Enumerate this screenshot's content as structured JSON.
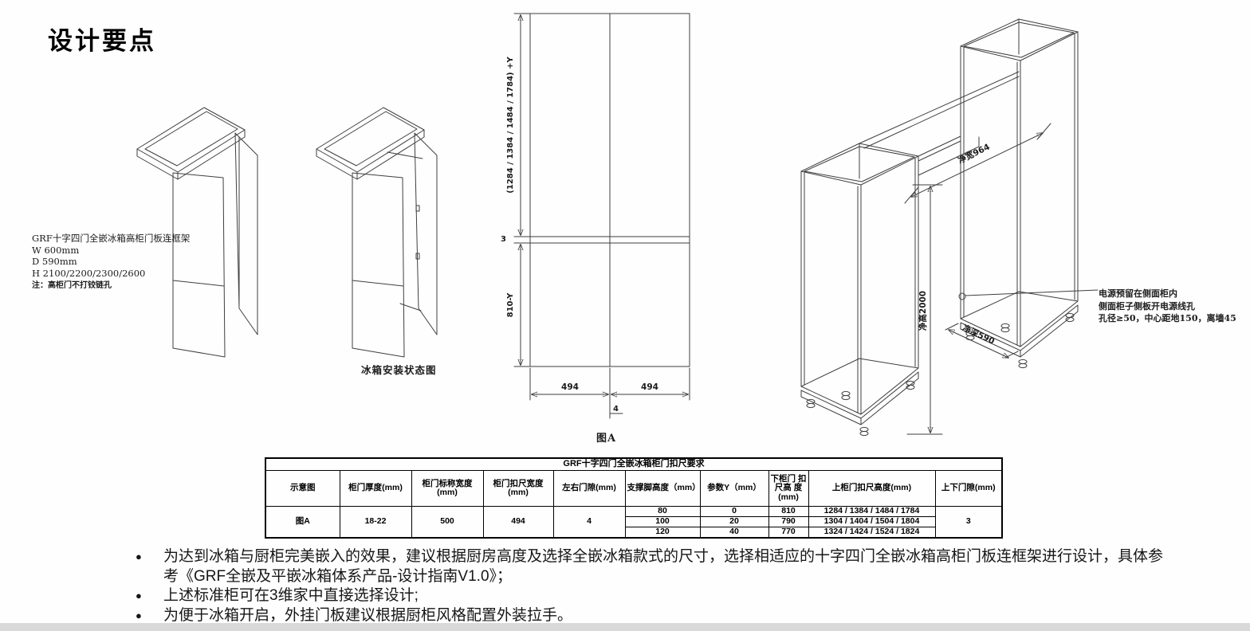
{
  "page": {
    "title": "设计要点"
  },
  "left_diagram": {
    "label_lines": [
      "GRF十字四门全嵌冰箱高柜门板连框架",
      "W 600mm",
      "D 590mm",
      "H 2100/2200/2300/2600"
    ],
    "label_note": "注：高柜门不打铰链孔",
    "caption": "冰箱安装状态图"
  },
  "elevation": {
    "dim_upper": "(1284 / 1384 / 1484 / 1784) +Y",
    "dim_gap_top": "3",
    "dim_lower": "810-Y",
    "dim_width_left": "494",
    "dim_width_right": "494",
    "dim_gap_mid": "4",
    "caption": "图A"
  },
  "frame_diagram": {
    "dim_net_width": "净宽964",
    "dim_net_height": "净高2000",
    "dim_net_depth": "净深590",
    "note_lines": [
      "电源预留在侧面柜内",
      "侧面柜子侧板开电源线孔",
      "孔径≥50，中心距地150，离墙45"
    ]
  },
  "table": {
    "title": "GRF十字四门全嵌冰箱柜门扣尺要求",
    "headers": [
      "示意图",
      "柜门厚度(mm)",
      "柜门标称宽度 (mm)",
      "柜门扣尺宽度 (mm)",
      "左右门隙(mm)",
      "支撑脚高度（mm）",
      "参数Y（mm）",
      "下柜门 扣尺高 度(mm)",
      "上柜门扣尺高度(mm)",
      "上下门隙(mm)"
    ],
    "row": {
      "schematic": "图A",
      "thickness": "18-22",
      "nominal_width": "500",
      "buckle_width": "494",
      "lr_gap": "4",
      "tb_gap": "3",
      "sub_rows": [
        {
          "foot_height": "80",
          "param_y": "0",
          "lower_door": "810",
          "upper_door": "1284 / 1384 / 1484 / 1784"
        },
        {
          "foot_height": "100",
          "param_y": "20",
          "lower_door": "790",
          "upper_door": "1304 / 1404 / 1504 / 1804"
        },
        {
          "foot_height": "120",
          "param_y": "40",
          "lower_door": "770",
          "upper_door": "1324 / 1424 / 1524 / 1824"
        }
      ]
    }
  },
  "notes": {
    "bullet_char": "●",
    "items": [
      "为达到冰箱与厨柜完美嵌入的效果，建议根据厨房高度及选择全嵌冰箱款式的尺寸，选择相适应的十字四门全嵌冰箱高柜门板连框架进行设计，具体参考《GRF全嵌及平嵌冰箱体系产品-设计指南V1.0》；",
      "上述标准柜可在3维家中直接选择设计;",
      "为便于冰箱开启，外挂门板建议根据厨柜风格配置外装拉手。"
    ]
  },
  "colors": {
    "line": "#3f3f3f",
    "text": "#111111",
    "footer_bar": "#d9d9d9"
  }
}
